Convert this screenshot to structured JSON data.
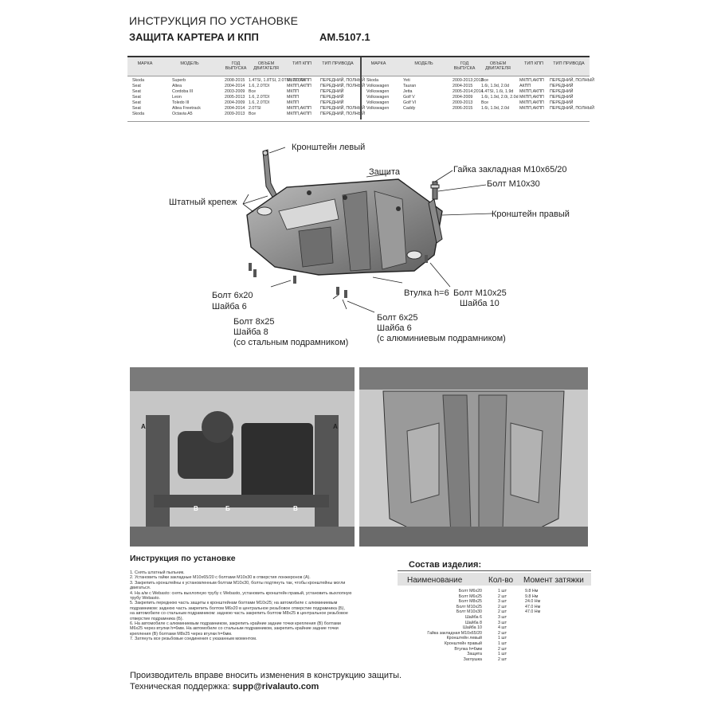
{
  "header": {
    "title": "ИНСТРУКЦИЯ ПО УСТАНОВКЕ",
    "subtitle": "ЗАЩИТА КАРТЕРА И КПП",
    "code": "АМ.5107.1"
  },
  "app_table": {
    "columns": [
      "МАРКА",
      "МОДЕЛЬ",
      "ГОД ВЫПУСКА",
      "ОБЪЕМ ДВИГАТЕЛЯ",
      "ТИП КПП",
      "ТИП ПРИВОДА"
    ],
    "left_rows": [
      [
        "Skoda",
        "Superb",
        "2008-2015",
        "1.4TSI, 1.8TSI, 2.0TSI, 2.0TDI",
        "МКПП,АКПП",
        "ПЕРЕДНИЙ, ПОЛНЫЙ"
      ],
      [
        "Seat",
        "Altea",
        "2004-2014",
        "1.6, 2.0TDI",
        "МКПП,АКПП",
        "ПЕРЕДНИЙ, ПОЛНЫЙ"
      ],
      [
        "Seat",
        "Cordoba III",
        "2003-2009",
        "Все",
        "МКПП",
        "ПЕРЕДНИЙ"
      ],
      [
        "Seat",
        "Leon",
        "2005-2013",
        "1.6, 2.0TDI",
        "МКПП",
        "ПЕРЕДНИЙ"
      ],
      [
        "Seat",
        "Toledo III",
        "2004-2009",
        "1.6, 2.0TDI",
        "МКПП",
        "ПЕРЕДНИЙ"
      ],
      [
        "Seat",
        "Altea Freetrack",
        "2004-2014",
        "2.0TSI",
        "МКПП,АКПП",
        "ПЕРЕДНИЙ, ПОЛНЫЙ"
      ],
      [
        "Skoda",
        "Octavia A5",
        "2009-2013",
        "Все",
        "МКПП,АКПП",
        "ПЕРЕДНИЙ, ПОЛНЫЙ"
      ]
    ],
    "right_rows": [
      [
        "Skoda",
        "Yeti",
        "2009-2013;2013",
        "Все",
        "МКПП,АКПП",
        "ПЕРЕДНИЙ, ПОЛНЫЙ"
      ],
      [
        "Volkswagen",
        "Tauran",
        "2004-2015",
        "1.6i, 1.9d, 2.0d",
        "АКПП",
        "ПЕРЕДНИЙ"
      ],
      [
        "Volkswagen",
        "Jetta",
        "2005-2014;2014",
        "1.4TSI, 1.6i, 1.9d",
        "МКПП,АКПП",
        "ПЕРЕДНИЙ"
      ],
      [
        "Volkswagen",
        "Golf V",
        "2004-2009",
        "1.6i, 1.9d, 2.0i, 2.0d",
        "МКПП,АКПП",
        "ПЕРЕДНИЙ"
      ],
      [
        "Volkswagen",
        "Golf VI",
        "2009-2013",
        "Все",
        "МКПП,АКПП",
        "ПЕРЕДНИЙ"
      ],
      [
        "Volkswagen",
        "Caddy",
        "2006-2015",
        "1.6i, 1.9d, 2.0d",
        "МКПП,АКПП",
        "ПЕРЕДНИЙ, ПОЛНЫЙ"
      ]
    ]
  },
  "diagram": {
    "bracket_left": "Кронштейн левый",
    "guard": "Защита",
    "nut": "Гайка закладная М10х65/20",
    "bolt_m10x30": "Болт М10х30",
    "bracket_right": "Кронштейн правый",
    "std_fasteners": "Штатный крепеж",
    "bolt_6x20": "Болт 6х20",
    "washer6_a": "Шайба 6",
    "bushing": "Втулка h=6",
    "bolt_m10x25": "Болт М10х25",
    "washer10": "Шайба 10",
    "bolt_8x25": "Болт 8х25",
    "washer8": "Шайба 8",
    "steel_subframe": "(со стальным подрамником)",
    "bolt_6x25": "Болт 6х25",
    "washer6_b": "Шайба 6",
    "alu_subframe": "(с алюминиевым подрамником)"
  },
  "photos": {
    "mark_a": "А",
    "mark_b": "Б",
    "mark_v": "В"
  },
  "instructions": {
    "title": "Инструкция по установке",
    "steps": [
      "1. Снять штатный пыльник.",
      "2. Установить гайки закладные М10х65/20 с болтами М10х30 в отверстия лонжеронов (А).",
      "3. Закрепить кронштейны к установленным болтам М10х30, болты подтянуть так, чтобы кронштейны могли",
      "    двигаться.",
      "4. На а/м с Webasto: снять выхлопную трубу с Webasto, установить кронштейн правый, установить выхлопную",
      "    трубу Webasto.",
      "5. Закрепить переднюю часть защиты к кронштейнам болтами М10х25; на автомобиле с алюминиевым",
      "    подрамником: заднюю часть закрепить болтом М6х20 в центральное резьбовое отверстие подрамника (Б),",
      "    на автомобиле со стальным подрамником: заднюю часть закрепить болтом М8х25 в центральное резьбовое",
      "    отверстие подрамника (Б).",
      "6. На автомобиле с алюминиевым подрамником, закрепить крайние задние точки крепления (В) болтами",
      "    М6х25 через втулки h=6мм. На автомобиле со стальным подрамником, закрепить крайние задние точки",
      "    крепления (В) болтами М8х25 через втулки h=6мм.",
      "7. Затянуть все резьбовые соединения с указанным моментом."
    ]
  },
  "composition": {
    "title": "Состав изделия:",
    "col_name": "Наименование",
    "col_qty": "Кол-во",
    "col_torque": "Момент затяжки",
    "rows": [
      [
        "Болт М6х20",
        "1 шт",
        "9.8 Нм"
      ],
      [
        "Болт М6х25",
        "2 шт",
        "9.8 Нм"
      ],
      [
        "Болт М8х25",
        "3 шт",
        "24.0 Нм"
      ],
      [
        "Болт М10х25",
        "2 шт",
        "47.0 Нм"
      ],
      [
        "Болт М10х30",
        "2 шт",
        "47.0 Нм"
      ],
      [
        "Шайба 6",
        "3 шт",
        ""
      ],
      [
        "Шайба 8",
        "3 шт",
        ""
      ],
      [
        "Шайба 10",
        "4 шт",
        ""
      ],
      [
        "Гайка закладная М10х65/20",
        "2 шт",
        ""
      ],
      [
        "Кронштейн левый",
        "1 шт",
        ""
      ],
      [
        "Кронштейн правый",
        "1 шт",
        ""
      ],
      [
        "Втулка h=6мм",
        "2 шт",
        ""
      ],
      [
        "Защита",
        "1 шт",
        ""
      ],
      [
        "Заглушка",
        "2 шт",
        ""
      ]
    ]
  },
  "footer": {
    "line1": "Производитель вправе вносить изменения в конструкцию защиты.",
    "support_label": "Техническая поддержка:",
    "support_email": "supp@rivalauto.com"
  }
}
